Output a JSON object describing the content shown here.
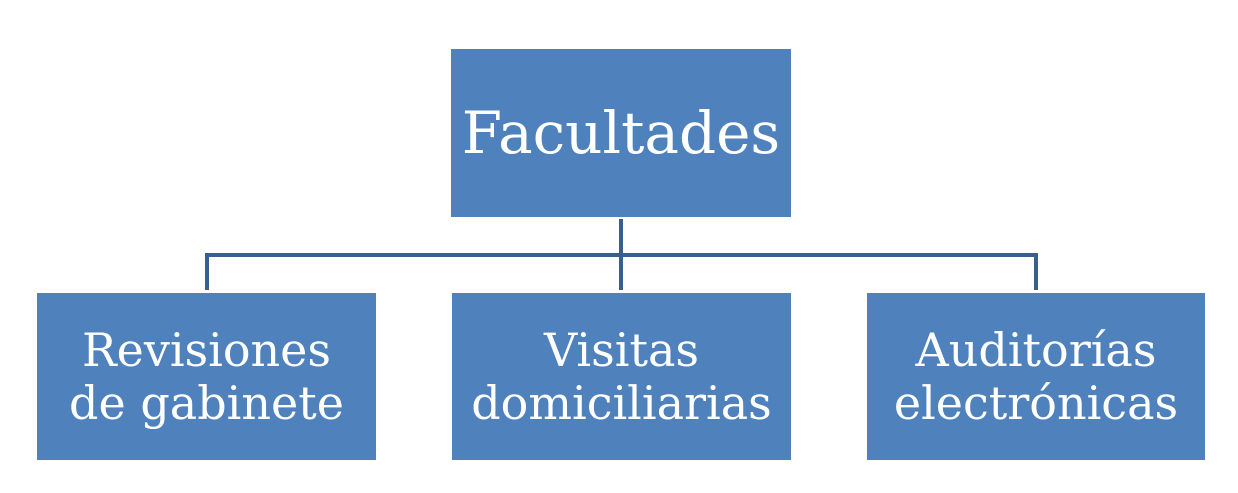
{
  "diagram": {
    "root": {
      "label": "Facultades"
    },
    "children": [
      {
        "label_line1": "Revisiones",
        "label_line2": "de gabinete"
      },
      {
        "label_line1": "Visitas",
        "label_line2": "domiciliarias"
      },
      {
        "label_line1": "Auditorías",
        "label_line2": "electrónicas"
      }
    ]
  },
  "colors": {
    "box_fill": "#4F81BD",
    "box_text": "#FFFFFF",
    "connector": "#3A5F8B",
    "background": "#FFFFFF"
  }
}
